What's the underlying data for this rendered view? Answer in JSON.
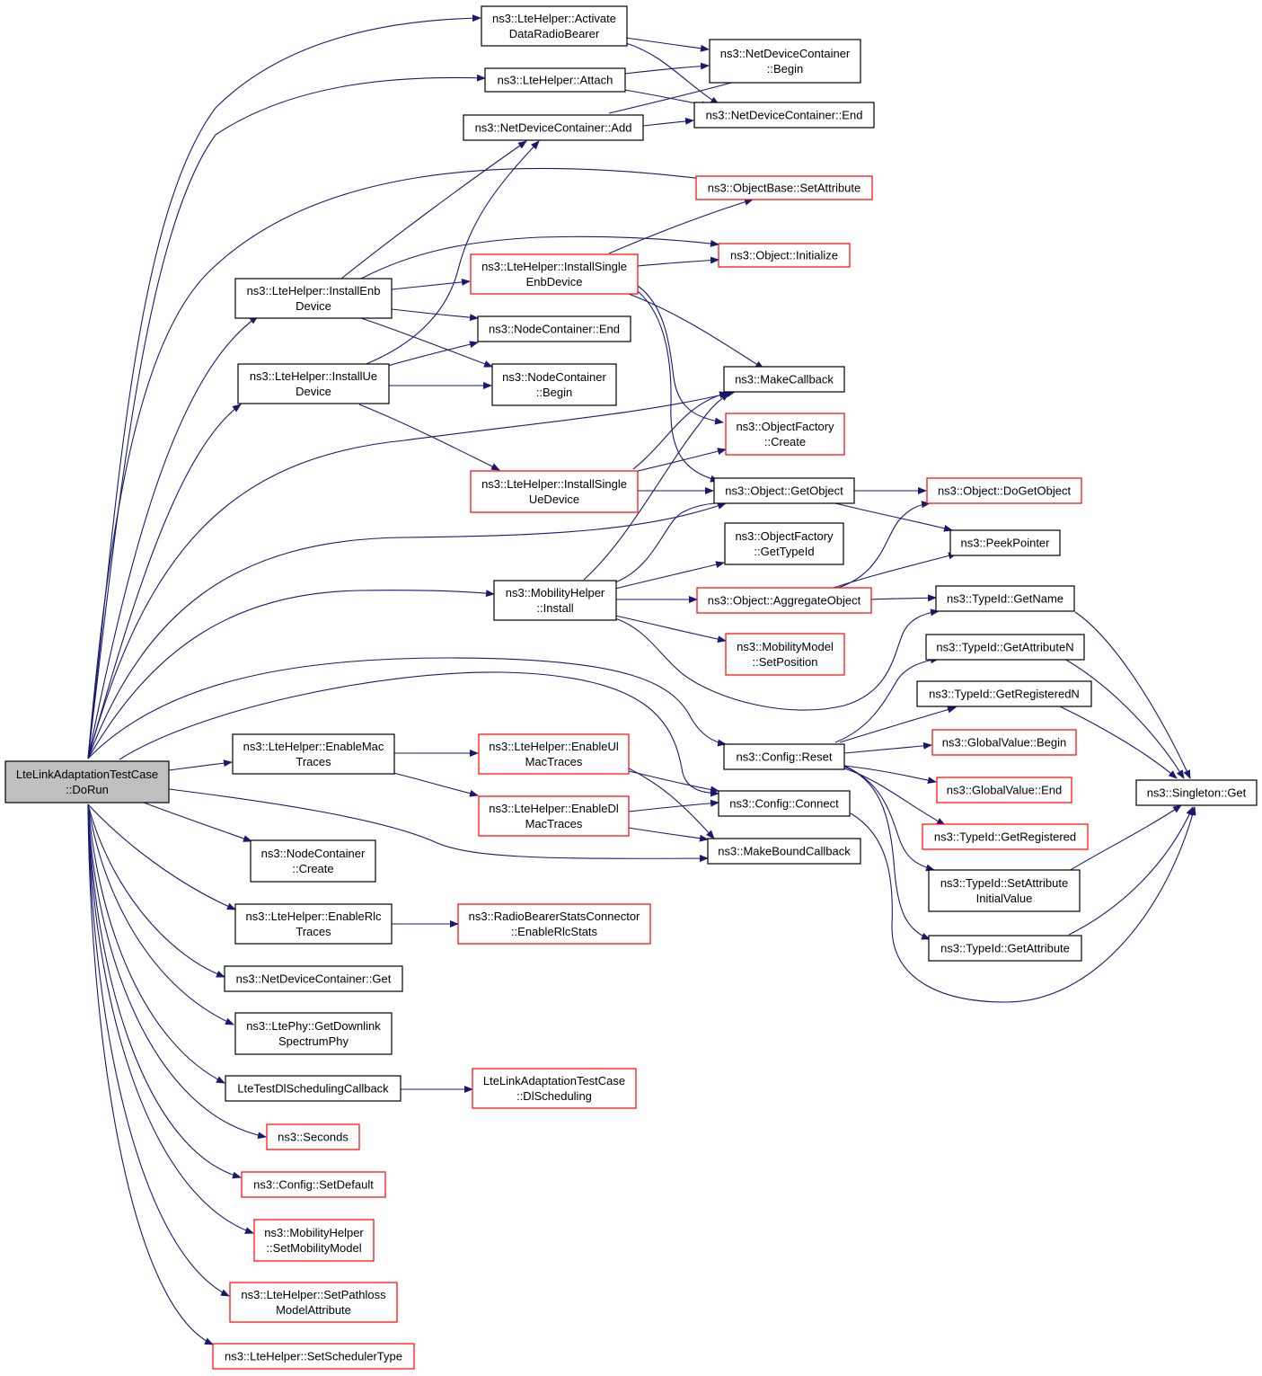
{
  "colors": {
    "edge": "#191970",
    "border_normal": "#000000",
    "border_external": "#ff0000",
    "root_fill": "#bfbfbf"
  },
  "nodes": {
    "root": {
      "lines": [
        "LteLinkAdaptationTestCase",
        "::DoRun"
      ],
      "style": "root"
    },
    "activate": {
      "lines": [
        "ns3::LteHelper::Activate",
        "DataRadioBearer"
      ],
      "style": "black"
    },
    "attach": {
      "lines": [
        "ns3::LteHelper::Attach"
      ],
      "style": "black"
    },
    "ndc_add": {
      "lines": [
        "ns3::NetDeviceContainer::Add"
      ],
      "style": "black"
    },
    "ndc_begin": {
      "lines": [
        "ns3::NetDeviceContainer",
        "::Begin"
      ],
      "style": "black"
    },
    "ndc_end": {
      "lines": [
        "ns3::NetDeviceContainer::End"
      ],
      "style": "black"
    },
    "setattr": {
      "lines": [
        "ns3::ObjectBase::SetAttribute"
      ],
      "style": "red"
    },
    "obj_init": {
      "lines": [
        "ns3::Object::Initialize"
      ],
      "style": "red"
    },
    "inst_enb": {
      "lines": [
        "ns3::LteHelper::InstallEnb",
        "Device"
      ],
      "style": "black"
    },
    "inst_single_enb": {
      "lines": [
        "ns3::LteHelper::InstallSingle",
        "EnbDevice"
      ],
      "style": "red"
    },
    "nc_end": {
      "lines": [
        "ns3::NodeContainer::End"
      ],
      "style": "black"
    },
    "inst_ue": {
      "lines": [
        "ns3::LteHelper::InstallUe",
        "Device"
      ],
      "style": "black"
    },
    "nc_begin": {
      "lines": [
        "ns3::NodeContainer",
        "::Begin"
      ],
      "style": "black"
    },
    "makecb": {
      "lines": [
        "ns3::MakeCallback"
      ],
      "style": "black"
    },
    "of_create": {
      "lines": [
        "ns3::ObjectFactory",
        "::Create"
      ],
      "style": "red"
    },
    "inst_single_ue": {
      "lines": [
        "ns3::LteHelper::InstallSingle",
        "UeDevice"
      ],
      "style": "red"
    },
    "getobject": {
      "lines": [
        "ns3::Object::GetObject"
      ],
      "style": "black"
    },
    "dogetobject": {
      "lines": [
        "ns3::Object::DoGetObject"
      ],
      "style": "red"
    },
    "peekptr": {
      "lines": [
        "ns3::PeekPointer"
      ],
      "style": "black"
    },
    "of_gettypeid": {
      "lines": [
        "ns3::ObjectFactory",
        "::GetTypeId"
      ],
      "style": "black"
    },
    "mob_install": {
      "lines": [
        "ns3::MobilityHelper",
        "::Install"
      ],
      "style": "black"
    },
    "aggregate": {
      "lines": [
        "ns3::Object::AggregateObject"
      ],
      "style": "red"
    },
    "tid_getname": {
      "lines": [
        "ns3::TypeId::GetName"
      ],
      "style": "black"
    },
    "mm_setpos": {
      "lines": [
        "ns3::MobilityModel",
        "::SetPosition"
      ],
      "style": "red"
    },
    "tid_getattrn": {
      "lines": [
        "ns3::TypeId::GetAttributeN"
      ],
      "style": "black"
    },
    "tid_getregn": {
      "lines": [
        "ns3::TypeId::GetRegisteredN"
      ],
      "style": "black"
    },
    "enable_mac": {
      "lines": [
        "ns3::LteHelper::EnableMac",
        "Traces"
      ],
      "style": "black"
    },
    "enable_ul": {
      "lines": [
        "ns3::LteHelper::EnableUl",
        "MacTraces"
      ],
      "style": "red"
    },
    "cfg_reset": {
      "lines": [
        "ns3::Config::Reset"
      ],
      "style": "black"
    },
    "gv_begin": {
      "lines": [
        "ns3::GlobalValue::Begin"
      ],
      "style": "red"
    },
    "gv_end": {
      "lines": [
        "ns3::GlobalValue::End"
      ],
      "style": "red"
    },
    "singleton": {
      "lines": [
        "ns3::Singleton::Get"
      ],
      "style": "black"
    },
    "enable_dl": {
      "lines": [
        "ns3::LteHelper::EnableDl",
        "MacTraces"
      ],
      "style": "red"
    },
    "cfg_connect": {
      "lines": [
        "ns3::Config::Connect"
      ],
      "style": "black"
    },
    "tid_getreg": {
      "lines": [
        "ns3::TypeId::GetRegistered"
      ],
      "style": "red"
    },
    "nc_create": {
      "lines": [
        "ns3::NodeContainer",
        "::Create"
      ],
      "style": "black"
    },
    "mkbound": {
      "lines": [
        "ns3::MakeBoundCallback"
      ],
      "style": "black"
    },
    "tid_setattr": {
      "lines": [
        "ns3::TypeId::SetAttribute",
        "InitialValue"
      ],
      "style": "black"
    },
    "enable_rlc": {
      "lines": [
        "ns3::LteHelper::EnableRlc",
        "Traces"
      ],
      "style": "black"
    },
    "rbsc": {
      "lines": [
        "ns3::RadioBearerStatsConnector",
        "::EnableRlcStats"
      ],
      "style": "red"
    },
    "tid_getattr": {
      "lines": [
        "ns3::TypeId::GetAttribute"
      ],
      "style": "black"
    },
    "ndc_get": {
      "lines": [
        "ns3::NetDeviceContainer::Get"
      ],
      "style": "black"
    },
    "ltephy": {
      "lines": [
        "ns3::LtePhy::GetDownlink",
        "SpectrumPhy"
      ],
      "style": "black"
    },
    "ltetest_cb": {
      "lines": [
        "LteTestDlSchedulingCallback"
      ],
      "style": "black"
    },
    "dl_sched": {
      "lines": [
        "LteLinkAdaptationTestCase",
        "::DlScheduling"
      ],
      "style": "red"
    },
    "seconds": {
      "lines": [
        "ns3::Seconds"
      ],
      "style": "red"
    },
    "setdefault": {
      "lines": [
        "ns3::Config::SetDefault"
      ],
      "style": "red"
    },
    "setmobmodel": {
      "lines": [
        "ns3::MobilityHelper",
        "::SetMobilityModel"
      ],
      "style": "red"
    },
    "setpathloss": {
      "lines": [
        "ns3::LteHelper::SetPathloss",
        "ModelAttribute"
      ],
      "style": "red"
    },
    "setsched": {
      "lines": [
        "ns3::LteHelper::SetSchedulerType"
      ],
      "style": "red"
    }
  }
}
